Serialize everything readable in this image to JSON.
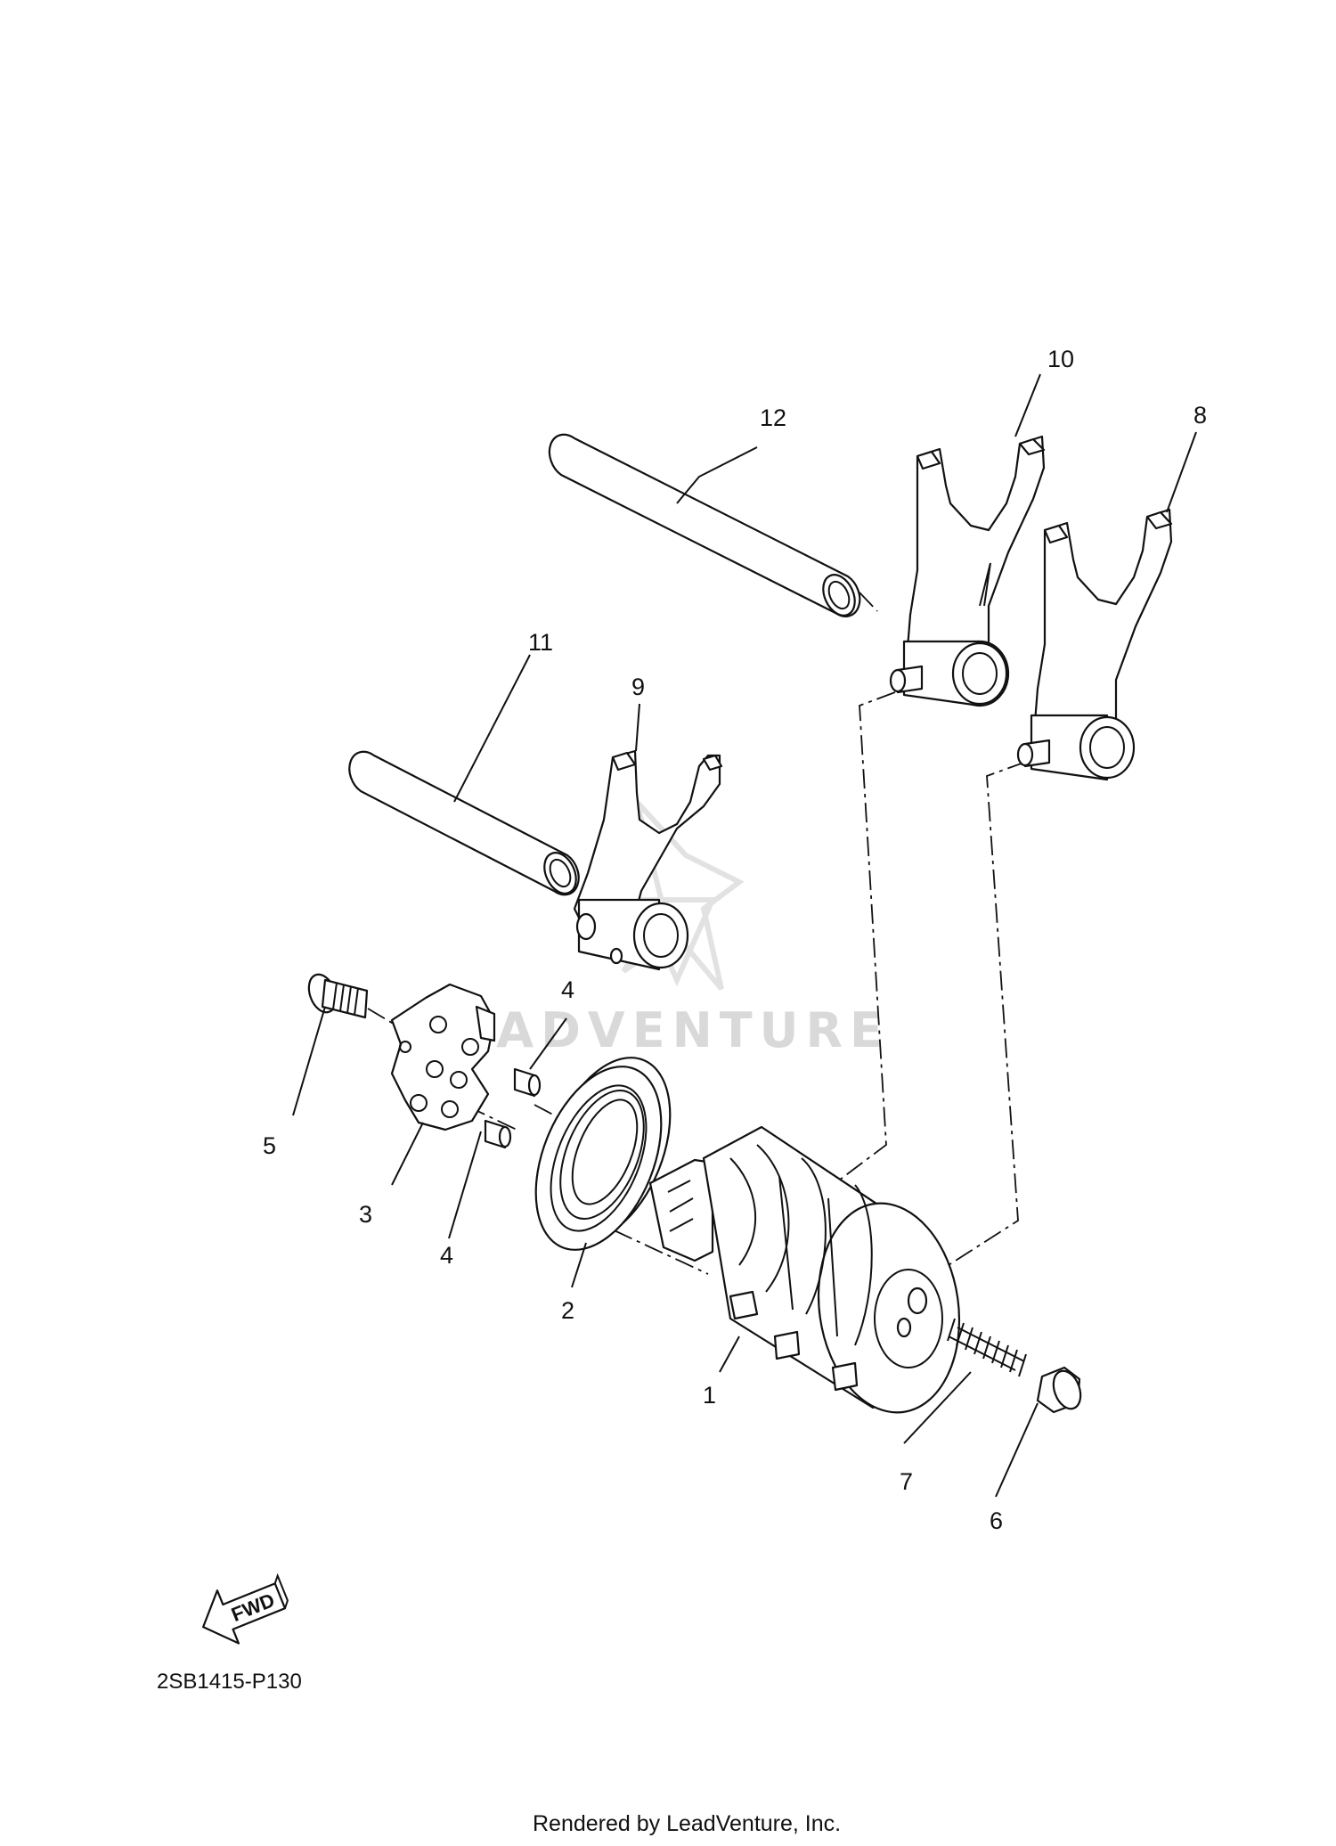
{
  "diagram_code": "2SB1415-P130",
  "watermark": "LEADVENTURE",
  "footer": "Rendered by LeadVenture, Inc.",
  "fwd_label": "FWD",
  "callouts": [
    {
      "id": "c1",
      "text": "1"
    },
    {
      "id": "c2",
      "text": "2"
    },
    {
      "id": "c3",
      "text": "3"
    },
    {
      "id": "c4a",
      "text": "4"
    },
    {
      "id": "c4b",
      "text": "4"
    },
    {
      "id": "c5",
      "text": "5"
    },
    {
      "id": "c6",
      "text": "6"
    },
    {
      "id": "c7",
      "text": "7"
    },
    {
      "id": "c8",
      "text": "8"
    },
    {
      "id": "c9",
      "text": "9"
    },
    {
      "id": "c10",
      "text": "10"
    },
    {
      "id": "c11",
      "text": "11"
    },
    {
      "id": "c12",
      "text": "12"
    }
  ]
}
